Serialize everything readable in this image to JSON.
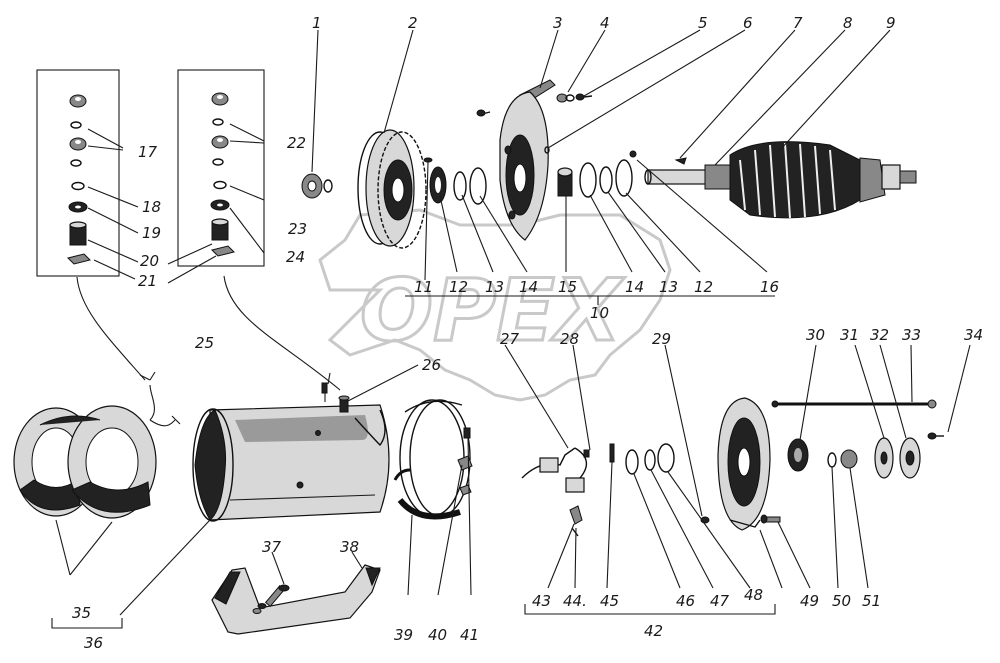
{
  "labels": {
    "l1": "1",
    "l2": "2",
    "l3": "3",
    "l4": "4",
    "l5": "5",
    "l6": "6",
    "l7": "7",
    "l8": "8",
    "l9": "9",
    "l10": "10",
    "l11": "11",
    "l12a": "12",
    "l13a": "13",
    "l14a": "14",
    "l15": "15",
    "l14b": "14",
    "l13b": "13",
    "l12b": "12",
    "l16": "16",
    "l17": "17",
    "l18": "18",
    "l19": "19",
    "l20": "20",
    "l21": "21",
    "l22": "22",
    "l23": "23",
    "l24": "24",
    "l25": "25",
    "l26": "26",
    "l27": "27",
    "l28": "28",
    "l29": "29",
    "l30": "30",
    "l31": "31",
    "l32": "32",
    "l33": "33",
    "l34": "34",
    "l35": "35",
    "l36": "36",
    "l37": "37",
    "l38": "38",
    "l39": "39",
    "l40": "40",
    "l41": "41",
    "l42": "42",
    "l43": "43",
    "l44": "44.",
    "l45": "45",
    "l46": "46",
    "l47": "47",
    "l48": "48",
    "l49": "49",
    "l50": "50",
    "l51": "51"
  },
  "watermark": {
    "text": "OPEX"
  }
}
